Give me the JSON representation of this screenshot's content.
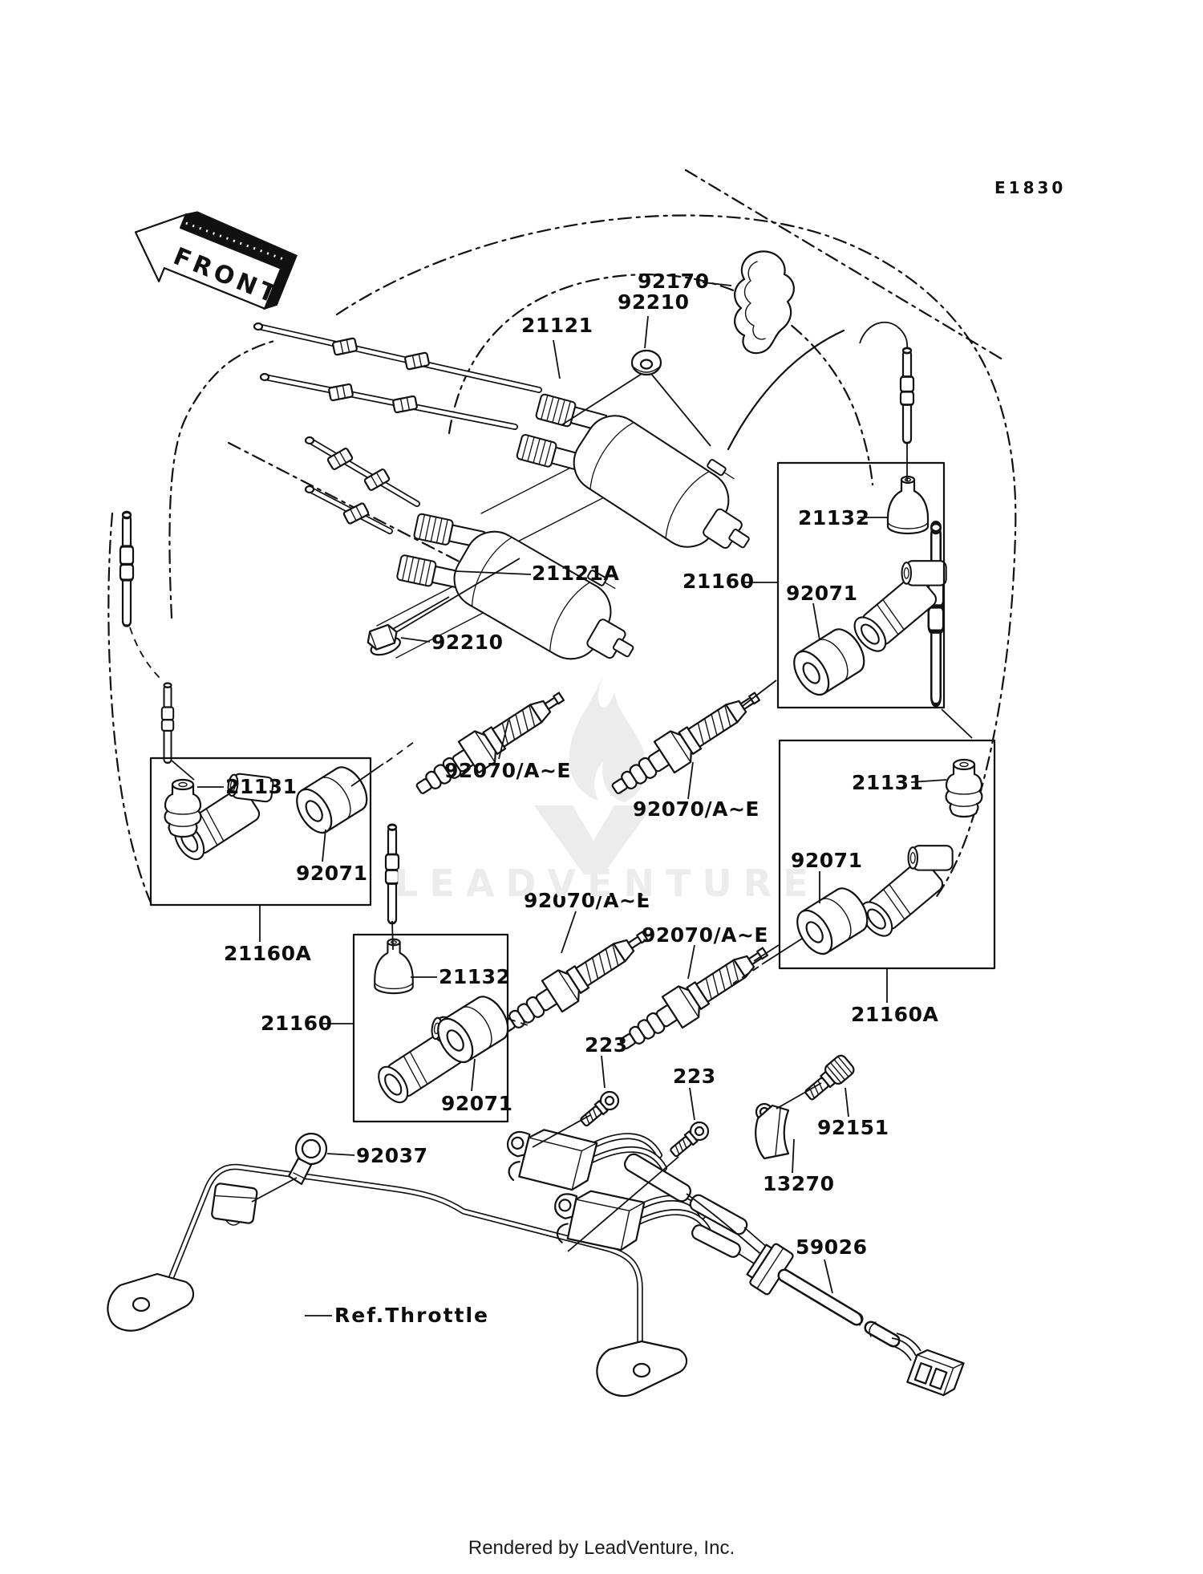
{
  "page": {
    "diagram_code": "E1830",
    "front_label": "FRONT",
    "watermark_text": "LEADVENTURE",
    "footer_text": "Rendered by LeadVenture, Inc."
  },
  "colors": {
    "line": "#111111",
    "watermark": "#ececec",
    "background": "#ffffff"
  },
  "part_labels": [
    {
      "part": "92170",
      "text": "92170"
    },
    {
      "part": "92210",
      "text": "92210"
    },
    {
      "part": "21121",
      "text": "21121"
    },
    {
      "part": "21121A",
      "text": "21121A"
    },
    {
      "part": "92210",
      "text": "92210"
    },
    {
      "part": "21132",
      "text": "21132"
    },
    {
      "part": "21160",
      "text": "21160"
    },
    {
      "part": "92071",
      "text": "92071"
    },
    {
      "part": "21131",
      "text": "21131"
    },
    {
      "part": "92071",
      "text": "92071"
    },
    {
      "part": "21160A",
      "text": "21160A"
    },
    {
      "part": "21131",
      "text": "21131"
    },
    {
      "part": "92071",
      "text": "92071"
    },
    {
      "part": "21160A",
      "text": "21160A"
    },
    {
      "part": "92070",
      "text": "92070/A~E"
    },
    {
      "part": "92070",
      "text": "92070/A~E"
    },
    {
      "part": "92070",
      "text": "92070/A~E"
    },
    {
      "part": "92070",
      "text": "92070/A~E"
    },
    {
      "part": "21132",
      "text": "21132"
    },
    {
      "part": "21160",
      "text": "21160"
    },
    {
      "part": "92071",
      "text": "92071"
    },
    {
      "part": "223",
      "text": "223"
    },
    {
      "part": "223",
      "text": "223"
    },
    {
      "part": "92151",
      "text": "92151"
    },
    {
      "part": "13270",
      "text": "13270"
    },
    {
      "part": "92037",
      "text": "92037"
    },
    {
      "part": "59026",
      "text": "59026"
    },
    {
      "part": "ref-throttle",
      "text": "Ref.Throttle"
    }
  ]
}
